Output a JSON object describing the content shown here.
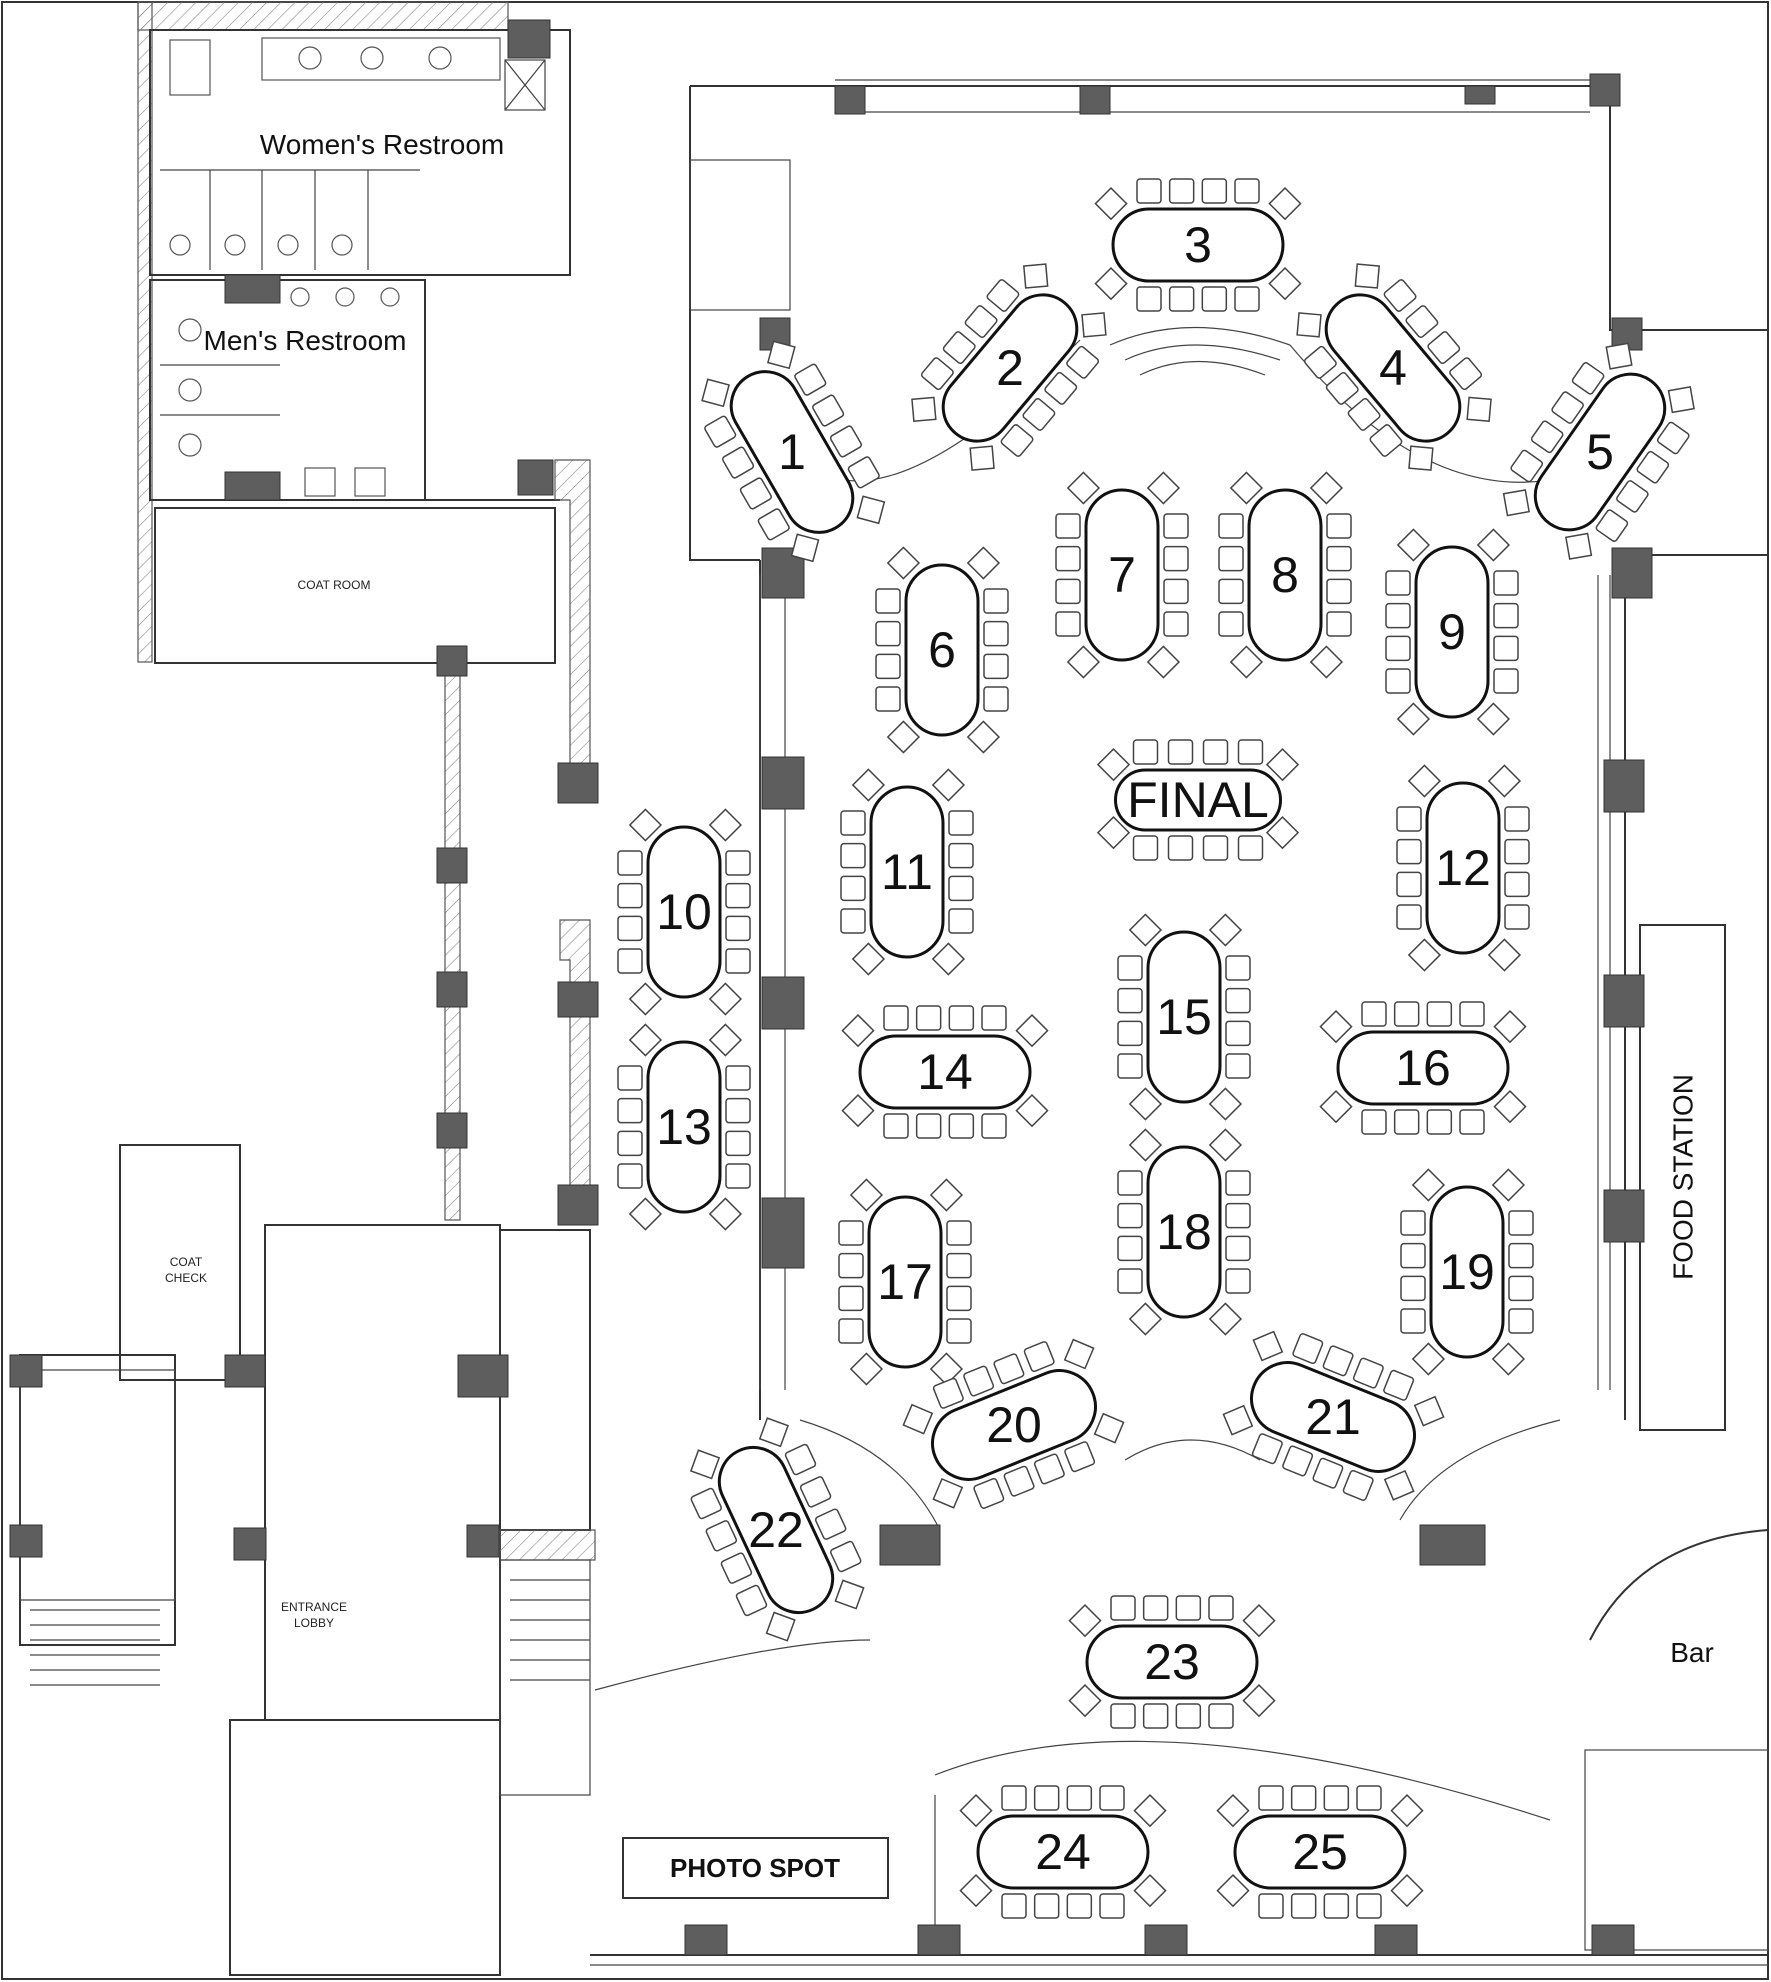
{
  "rooms": {
    "womens_restroom": "Women's Restroom",
    "mens_restroom": "Men's Restroom",
    "coat_room": "COAT ROOM",
    "coat_check_line1": "COAT",
    "coat_check_line2": "CHECK",
    "entrance_lobby_line1": "ENTRANCE",
    "entrance_lobby_line2": "LOBBY",
    "food_station": "FOOD STATION",
    "bar": "Bar",
    "photo_spot": "PHOTO SPOT"
  },
  "tables": [
    {
      "label": "1"
    },
    {
      "label": "2"
    },
    {
      "label": "3"
    },
    {
      "label": "4"
    },
    {
      "label": "5"
    },
    {
      "label": "6"
    },
    {
      "label": "7"
    },
    {
      "label": "8"
    },
    {
      "label": "9"
    },
    {
      "label": "10"
    },
    {
      "label": "11"
    },
    {
      "label": "12"
    },
    {
      "label": "13"
    },
    {
      "label": "14"
    },
    {
      "label": "15"
    },
    {
      "label": "16"
    },
    {
      "label": "17"
    },
    {
      "label": "18"
    },
    {
      "label": "19"
    },
    {
      "label": "20"
    },
    {
      "label": "21"
    },
    {
      "label": "22"
    },
    {
      "label": "23"
    },
    {
      "label": "24"
    },
    {
      "label": "25"
    },
    {
      "label": "FINAL"
    }
  ]
}
